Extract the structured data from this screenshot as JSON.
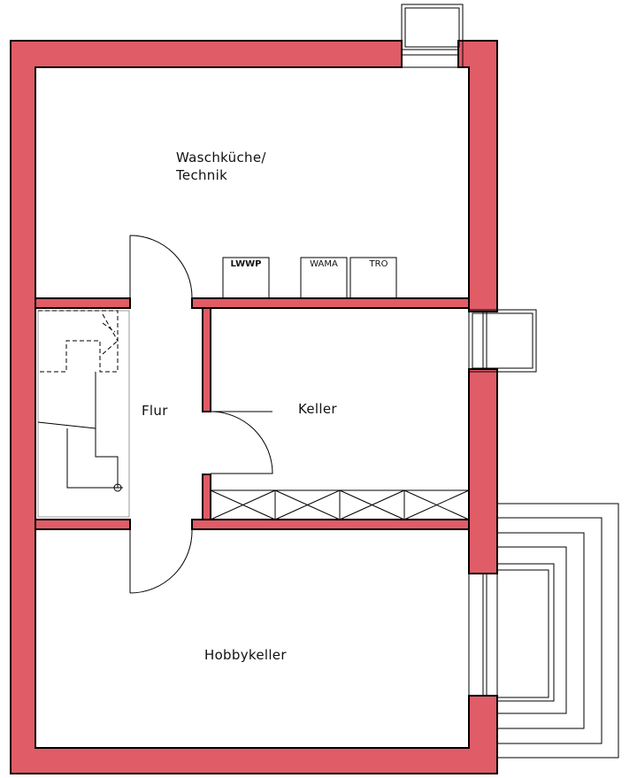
{
  "rooms": {
    "waschkueche_line1": "Waschküche/",
    "waschkueche_line2": "Technik",
    "flur": "Flur",
    "keller": "Keller",
    "hobbykeller": "Hobbykeller"
  },
  "appliances": {
    "lwwp": "LWWP",
    "wama": "WAMA",
    "tro": "TRO"
  },
  "colors": {
    "wall_fill": "#e05c66",
    "line": "#000000",
    "background": "#ffffff"
  }
}
